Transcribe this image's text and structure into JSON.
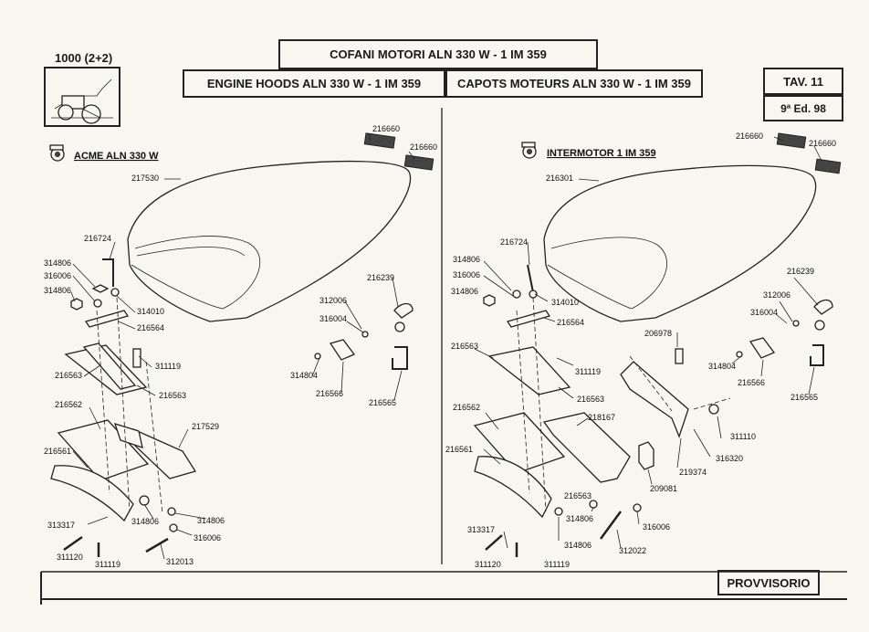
{
  "model": "1000 (2+2)",
  "title_it": "COFANI MOTORI ALN 330 W - 1 IM 359",
  "title_en": "ENGINE HOODS ALN 330 W - 1 IM 359",
  "title_fr": "CAPOTS MOTEURS ALN 330 W - 1 IM 359",
  "table": "TAV. 11",
  "edition": "9ª Ed. 98",
  "status": "PROVVISORIO",
  "left_section": "ACME ALN 330 W",
  "right_section": "INTERMOTOR 1 IM 359",
  "left_labels": [
    "216660",
    "216660",
    "217530",
    "216724",
    "314806",
    "316006",
    "314806",
    "314010",
    "216564",
    "216239",
    "312006",
    "316004",
    "311119",
    "216563",
    "216563",
    "314804",
    "216566",
    "216565",
    "216562",
    "217529",
    "216561",
    "313317",
    "314806",
    "314806",
    "316006",
    "311120",
    "311119",
    "312013"
  ],
  "right_labels": [
    "216660",
    "216660",
    "216301",
    "216724",
    "314806",
    "316006",
    "314806",
    "314010",
    "216564",
    "216239",
    "312006",
    "316004",
    "206978",
    "216563",
    "311119",
    "314804",
    "216566",
    "216563",
    "216565",
    "216562",
    "218167",
    "311110",
    "216561",
    "316320",
    "219374",
    "209081",
    "216563",
    "313317",
    "314806",
    "316006",
    "314806",
    "311120",
    "311119",
    "312022"
  ]
}
